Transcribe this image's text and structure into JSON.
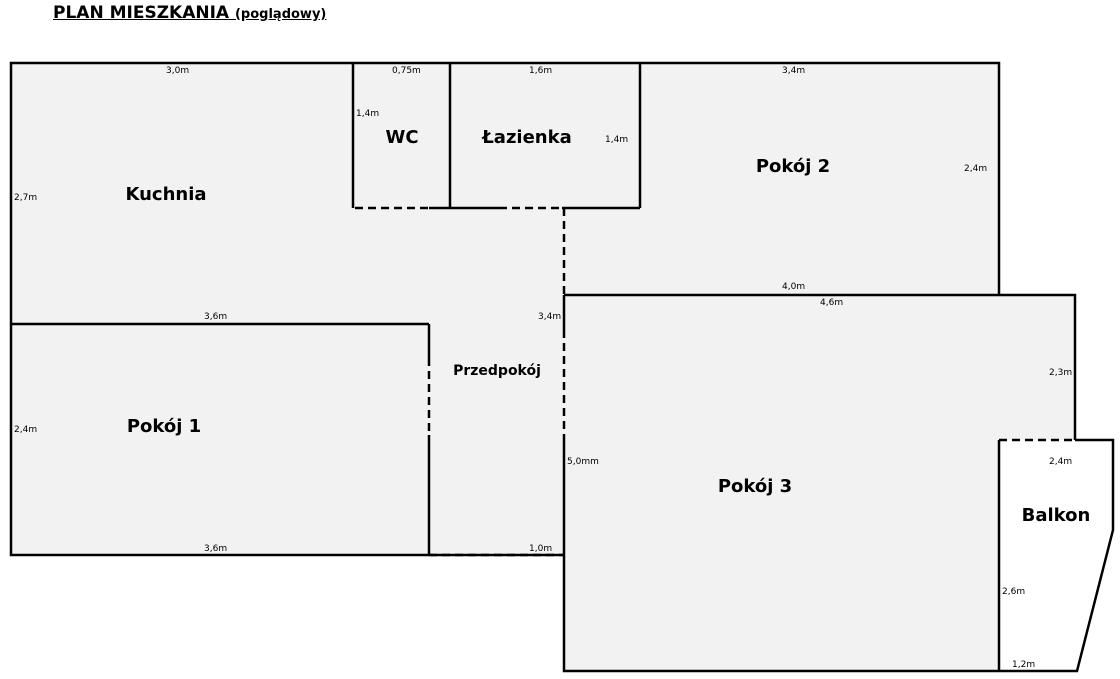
{
  "title": {
    "main": "PLAN MIESZKANIA",
    "sub": "(poglądowy)"
  },
  "rooms": {
    "kuchnia": "Kuchnia",
    "wc": "WC",
    "lazienka": "Łazienka",
    "pokoj2": "Pokój 2",
    "przedpokoj": "Przedpokój",
    "pokoj1": "Pokój 1",
    "pokoj3": "Pokój 3",
    "balkon": "Balkon"
  },
  "dimensions": {
    "kuchnia_top": "3,0m",
    "kuchnia_left": "2,7m",
    "wc_top": "0,75m",
    "wc_left": "1,4m",
    "lazienka_top": "1,6m",
    "lazienka_right": "1,4m",
    "pokoj2_top": "3,4m",
    "pokoj2_right": "2,4m",
    "pokoj2_bottom": "4,0m",
    "pokoj1_top": "3,6m",
    "pokoj1_left": "2,4m",
    "pokoj1_bottom": "3,6m",
    "przedpokoj_right": "3,4m",
    "przedpokoj_bottom": "1,0m",
    "pokoj3_top": "4,6m",
    "pokoj3_right": "2,3m",
    "pokoj3_left": "5,0mm",
    "balkon_top": "2,4m",
    "balkon_left": "2,6m",
    "balkon_bottom": "1,2m"
  }
}
